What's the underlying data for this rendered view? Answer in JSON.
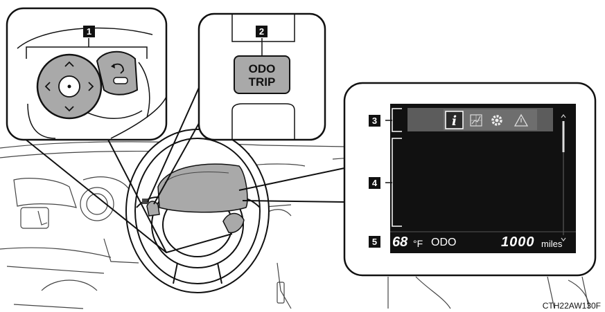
{
  "callouts": [
    {
      "number": "1",
      "name": "steering-switch-callout"
    },
    {
      "number": "2",
      "name": "odo-trip-callout"
    },
    {
      "number": "3",
      "name": "menu-icons-callout"
    },
    {
      "number": "4",
      "name": "content-area-callout"
    },
    {
      "number": "5",
      "name": "status-bar-callout"
    }
  ],
  "odo_button": {
    "line1": "ODO",
    "line2": "TRIP"
  },
  "display": {
    "menu_icons": [
      "info-icon",
      "chart-icon",
      "gear-icon",
      "warning-icon"
    ],
    "status": {
      "temperature": "68",
      "temperature_unit": "°F",
      "mode": "ODO",
      "distance": "1000",
      "distance_unit": "miles"
    }
  },
  "figure_code": "CTH22AW130F",
  "colors": {
    "display_bg": "#111111",
    "highlight_gray": "#a9a9a9",
    "outline": "#111111"
  }
}
